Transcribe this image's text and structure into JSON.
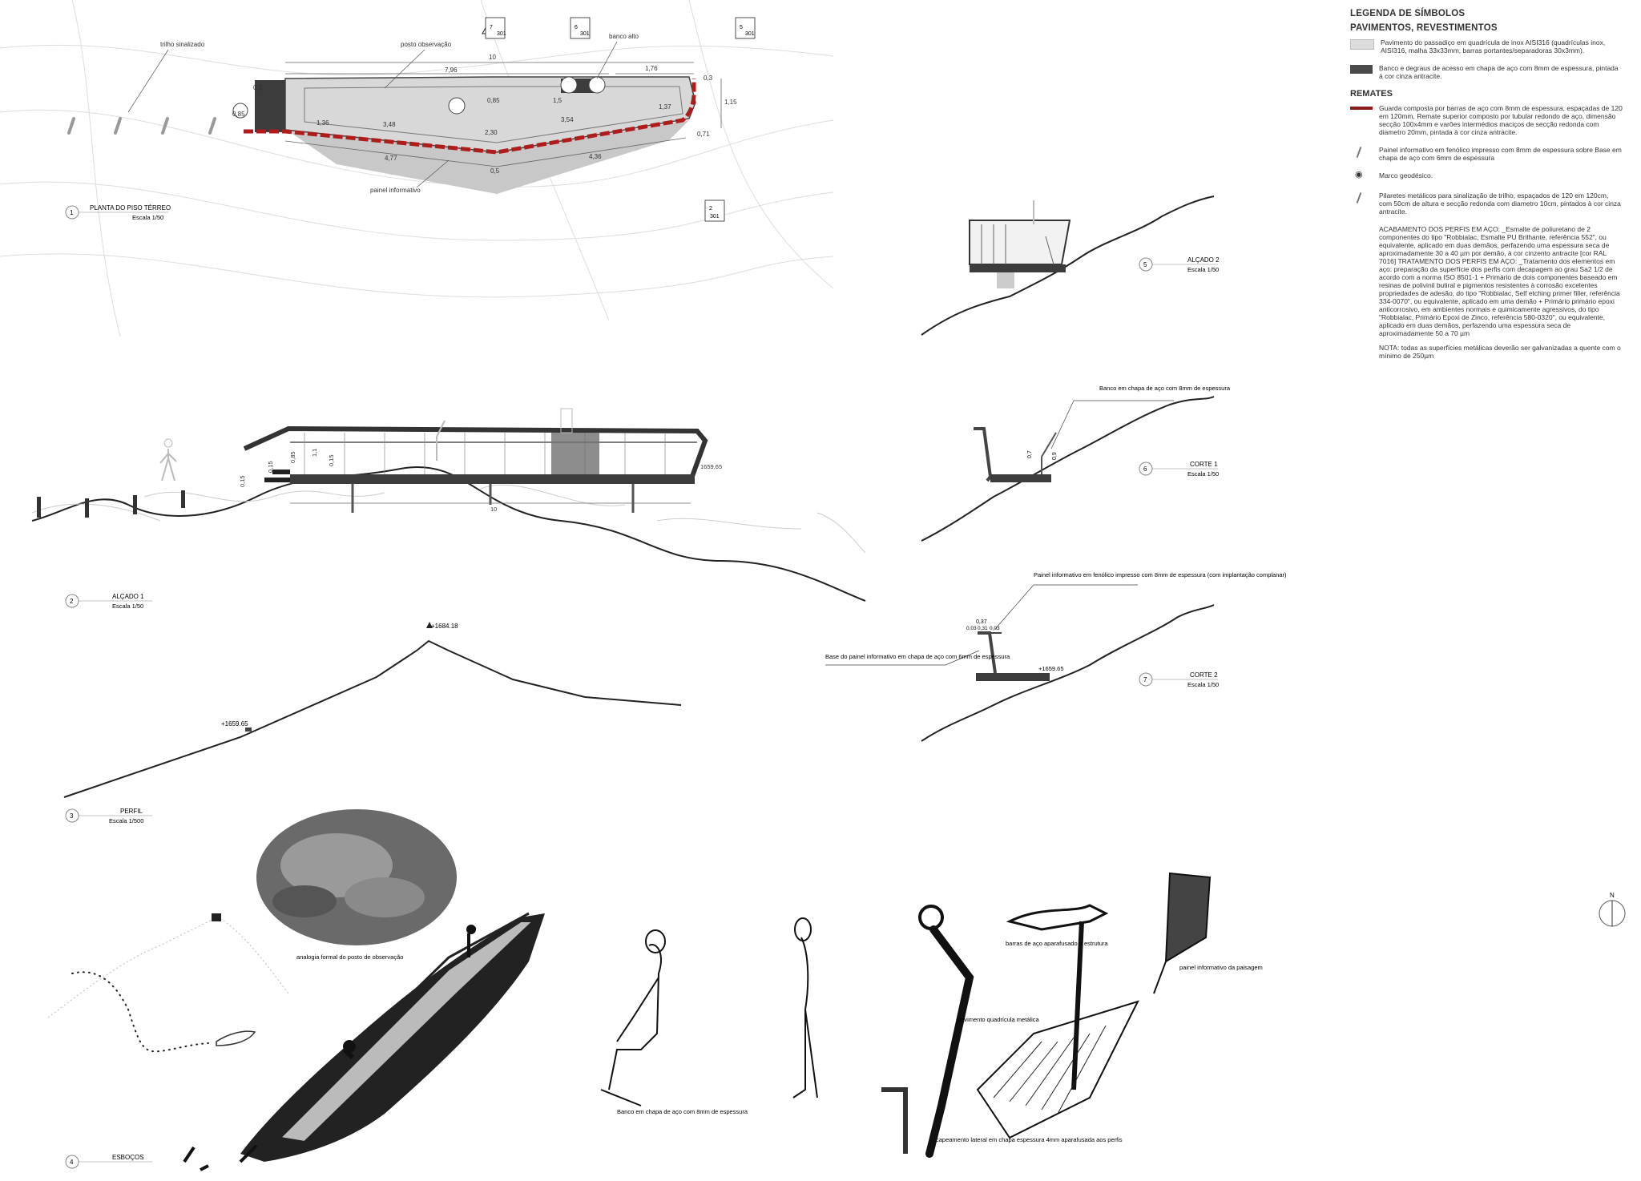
{
  "legend": {
    "title": "LEGENDA DE SÍMBOLOS",
    "pavimentos_heading": "PAVIMENTOS, REVESTIMENTOS",
    "pavimentos": [
      {
        "swatch": "light",
        "text": "Pavimento do passadiço em quadrícula de inox AISI316 (quadrículas inox, AISI316, malha 33x33mm, barras portantes/separadoras 30x3mm)."
      },
      {
        "swatch": "dark",
        "text": "Banco e degraus de acesso em chapa de aço com 8mm de espessura, pintada à cor cinza antracite."
      }
    ],
    "remates_heading": "REMATES",
    "remates": [
      {
        "swatch": "red",
        "text": "Guarda composta por barras de aço com 8mm de espessura, espaçadas de 120 em 120mm, Remate superior composto por tubular redondo de aço, dimensão secção 100x4mm e varões intermédios maciços de secção redonda com diametro 20mm, pintada à cor cinza antracite."
      },
      {
        "swatch": "pen",
        "text": "Painel informativo em fenólico impresso com 8mm de espessura sobre Base em chapa de aço com 6mm de espessura"
      },
      {
        "swatch": "mark",
        "text": "Marco geodésico."
      },
      {
        "swatch": "pen",
        "text": "Pilaretes metálicos para sinalização de trilho, espaçados de 120 em 120cm, com 50cm de altura e secção redonda com diametro 10cm, pintados à cor cinza antracite."
      }
    ],
    "notes": [
      "ACABAMENTO DOS PERFIS EM AÇO: _Esmalte de poliuretano de 2 componentes do tipo \"Robbialac, Esmalte PU Brilhante, referência 552\", ou equivalente, aplicado em duas demãos, perfazendo uma espessura seca de aproximadamente 30 a 40 µm por demão, à cor cinzento antracite [cor RAL 7016] TRATAMENTO DOS PERFIS EM AÇO: _Tratamento dos elementos em aço: preparação da superfície dos perfis com decapagem ao grau Sa2 1/2 de acordo com a norma ISO 8501-1 + Primário de dois componentes baseado em resinas de polivinil butiral e pigmentos resistentes à corrosão excelentes propriedades de adesão, do tipo \"Robbialac, Self etching primer filler, referência 334-0070\", ou equivalente, aplicado em uma demão + Primário primário epoxi anticorrosivo, em ambientes normais e quimicamente agressivos, do tipo \"Robbialac, Primário Epoxi de Zinco, referência 580-0320\", ou equivalente, aplicado em duas demãos, perfazendo uma espessura seca de aproximadamente 50 a 70 µm",
      "NOTA: todas as superfícies metálicas deverão ser galvanizadas a quente com o mínimo de 250µm"
    ]
  },
  "plan": {
    "labels": {
      "trilho": "trilho sinalizado",
      "posto": "posto observação",
      "banco": "banco alto",
      "painel": "painel informativo"
    },
    "dims": [
      "10",
      "7,96",
      "1,76",
      "0,3",
      "0,85",
      "1,36",
      "3,48",
      "0,85",
      "2,30",
      "1,5",
      "3,54",
      "1,37",
      "1,15",
      "0,3",
      "0,71",
      "4,77",
      "0,5",
      "4,36"
    ],
    "section_marks": [
      {
        "num": "7",
        "sheet": "301"
      },
      {
        "num": "6",
        "sheet": "301"
      },
      {
        "num": "5",
        "sheet": "301"
      },
      {
        "num": "2",
        "sheet": "301"
      }
    ]
  },
  "drawings": [
    {
      "num": "1",
      "title": "PLANTA DO PISO TÉRREO",
      "scale": "Escala 1/50"
    },
    {
      "num": "2",
      "title": "ALÇADO 1",
      "scale": "Escala 1/50"
    },
    {
      "num": "3",
      "title": "PERFIL",
      "scale": "Escala 1/500"
    },
    {
      "num": "4",
      "title": "ESBOÇOS",
      "scale": ""
    },
    {
      "num": "5",
      "title": "ALÇADO 2",
      "scale": "Escala 1/50"
    },
    {
      "num": "6",
      "title": "CORTE 1",
      "scale": "Escala 1/50"
    },
    {
      "num": "7",
      "title": "CORTE 2",
      "scale": "Escala 1/50"
    }
  ],
  "elevation": {
    "level": "1659.65",
    "dims": [
      "0,15",
      "0,15",
      "0,85",
      "1,1",
      "0,15",
      "10"
    ]
  },
  "profile": {
    "peak": "+1684.18",
    "base": "+1659.65"
  },
  "corte1": {
    "note": "Banco em chapa de aço com 8mm de espessura",
    "dims": [
      "0,7",
      "0,9"
    ]
  },
  "corte2": {
    "note": "Painel informativo em fenólico impresso com 8mm de espessura (com implantação complanar)",
    "base_note": "Base do painel informativo em chapa de aço com 6mm de espessura",
    "level": "+1659.65",
    "dims": [
      "0,37",
      "0,03",
      "0,31",
      "0,03"
    ]
  },
  "sketches": {
    "analogia": "analogia formal do posto de observação",
    "banco": "Banco em chapa de aço com 8mm de espessura",
    "barras": "barras de aço aparafusado à estrutura",
    "pavimento": "pavimento quadrícula metálica",
    "painel": "painel informativo da paisagem",
    "capeamento": "capeamento lateral em chapa espessura 4mm aparafusada aos perfis"
  },
  "north": "N",
  "colors": {
    "accent_red": "#b01c1c",
    "steel": "#3c3c3c",
    "floor": "#d8d8d8",
    "terrain": "#c6c6c6"
  }
}
